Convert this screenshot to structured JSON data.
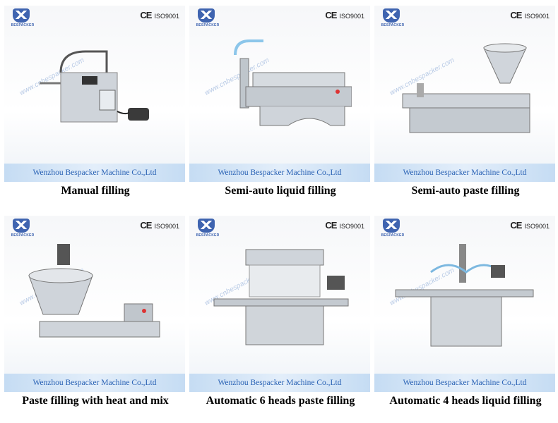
{
  "brand": {
    "logo_text": "BESPACKER",
    "cert_ce": "CE",
    "cert_iso": "ISO9001",
    "watermark": "www.cnbespacker.com"
  },
  "company": "Wenzhou Bespacker Machine Co.,Ltd",
  "products": [
    {
      "caption": "Manual filling",
      "icon": "manual-filling-machine-image"
    },
    {
      "caption": "Semi-auto liquid filling",
      "icon": "semi-auto-liquid-filler-image"
    },
    {
      "caption": "Semi-auto paste filling",
      "icon": "semi-auto-paste-filler-image"
    },
    {
      "caption": "Paste filling with heat and mix",
      "icon": "heated-mixing-paste-filler-image"
    },
    {
      "caption": "Automatic 6 heads paste filling",
      "icon": "six-head-paste-filler-image"
    },
    {
      "caption": "Automatic 4 heads liquid filling",
      "icon": "four-head-liquid-filler-image"
    }
  ],
  "colors": {
    "brand_blue": "#3f64b0",
    "company_text": "#2b63b5",
    "banner": "#c5dcf3",
    "steel": "#c9ced4"
  }
}
